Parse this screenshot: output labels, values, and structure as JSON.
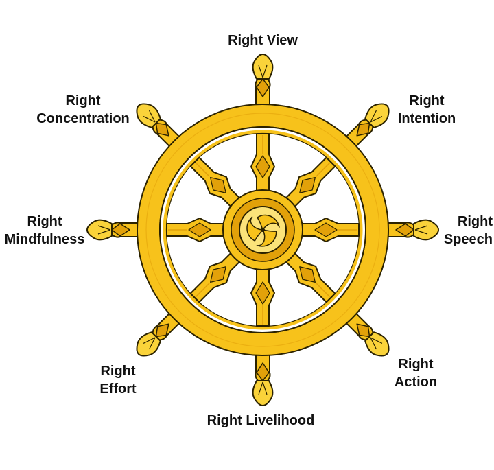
{
  "wheel": {
    "colors": {
      "gold": "#F7C21B",
      "gold_light": "#FAD33A",
      "gold_dark": "#E2A10A",
      "outline": "#2b2200",
      "hub_light": "#FBE37A",
      "background": "#FFFFFF"
    },
    "center_symbol": "gankyil-swirl"
  },
  "labels": {
    "right_view": {
      "text": "Right View"
    },
    "right_intention": {
      "line1": "Right",
      "line2": "Intention"
    },
    "right_speech": {
      "line1": "Right",
      "line2": "Speech"
    },
    "right_action": {
      "line1": "Right",
      "line2": "Action"
    },
    "right_livelihood": {
      "text": "Right Livelihood"
    },
    "right_effort": {
      "line1": "Right",
      "line2": "Effort"
    },
    "right_mindfulness": {
      "line1": "Right",
      "line2": "Mindfulness"
    },
    "right_concentration": {
      "line1": "Right",
      "line2": "Concentration"
    }
  }
}
